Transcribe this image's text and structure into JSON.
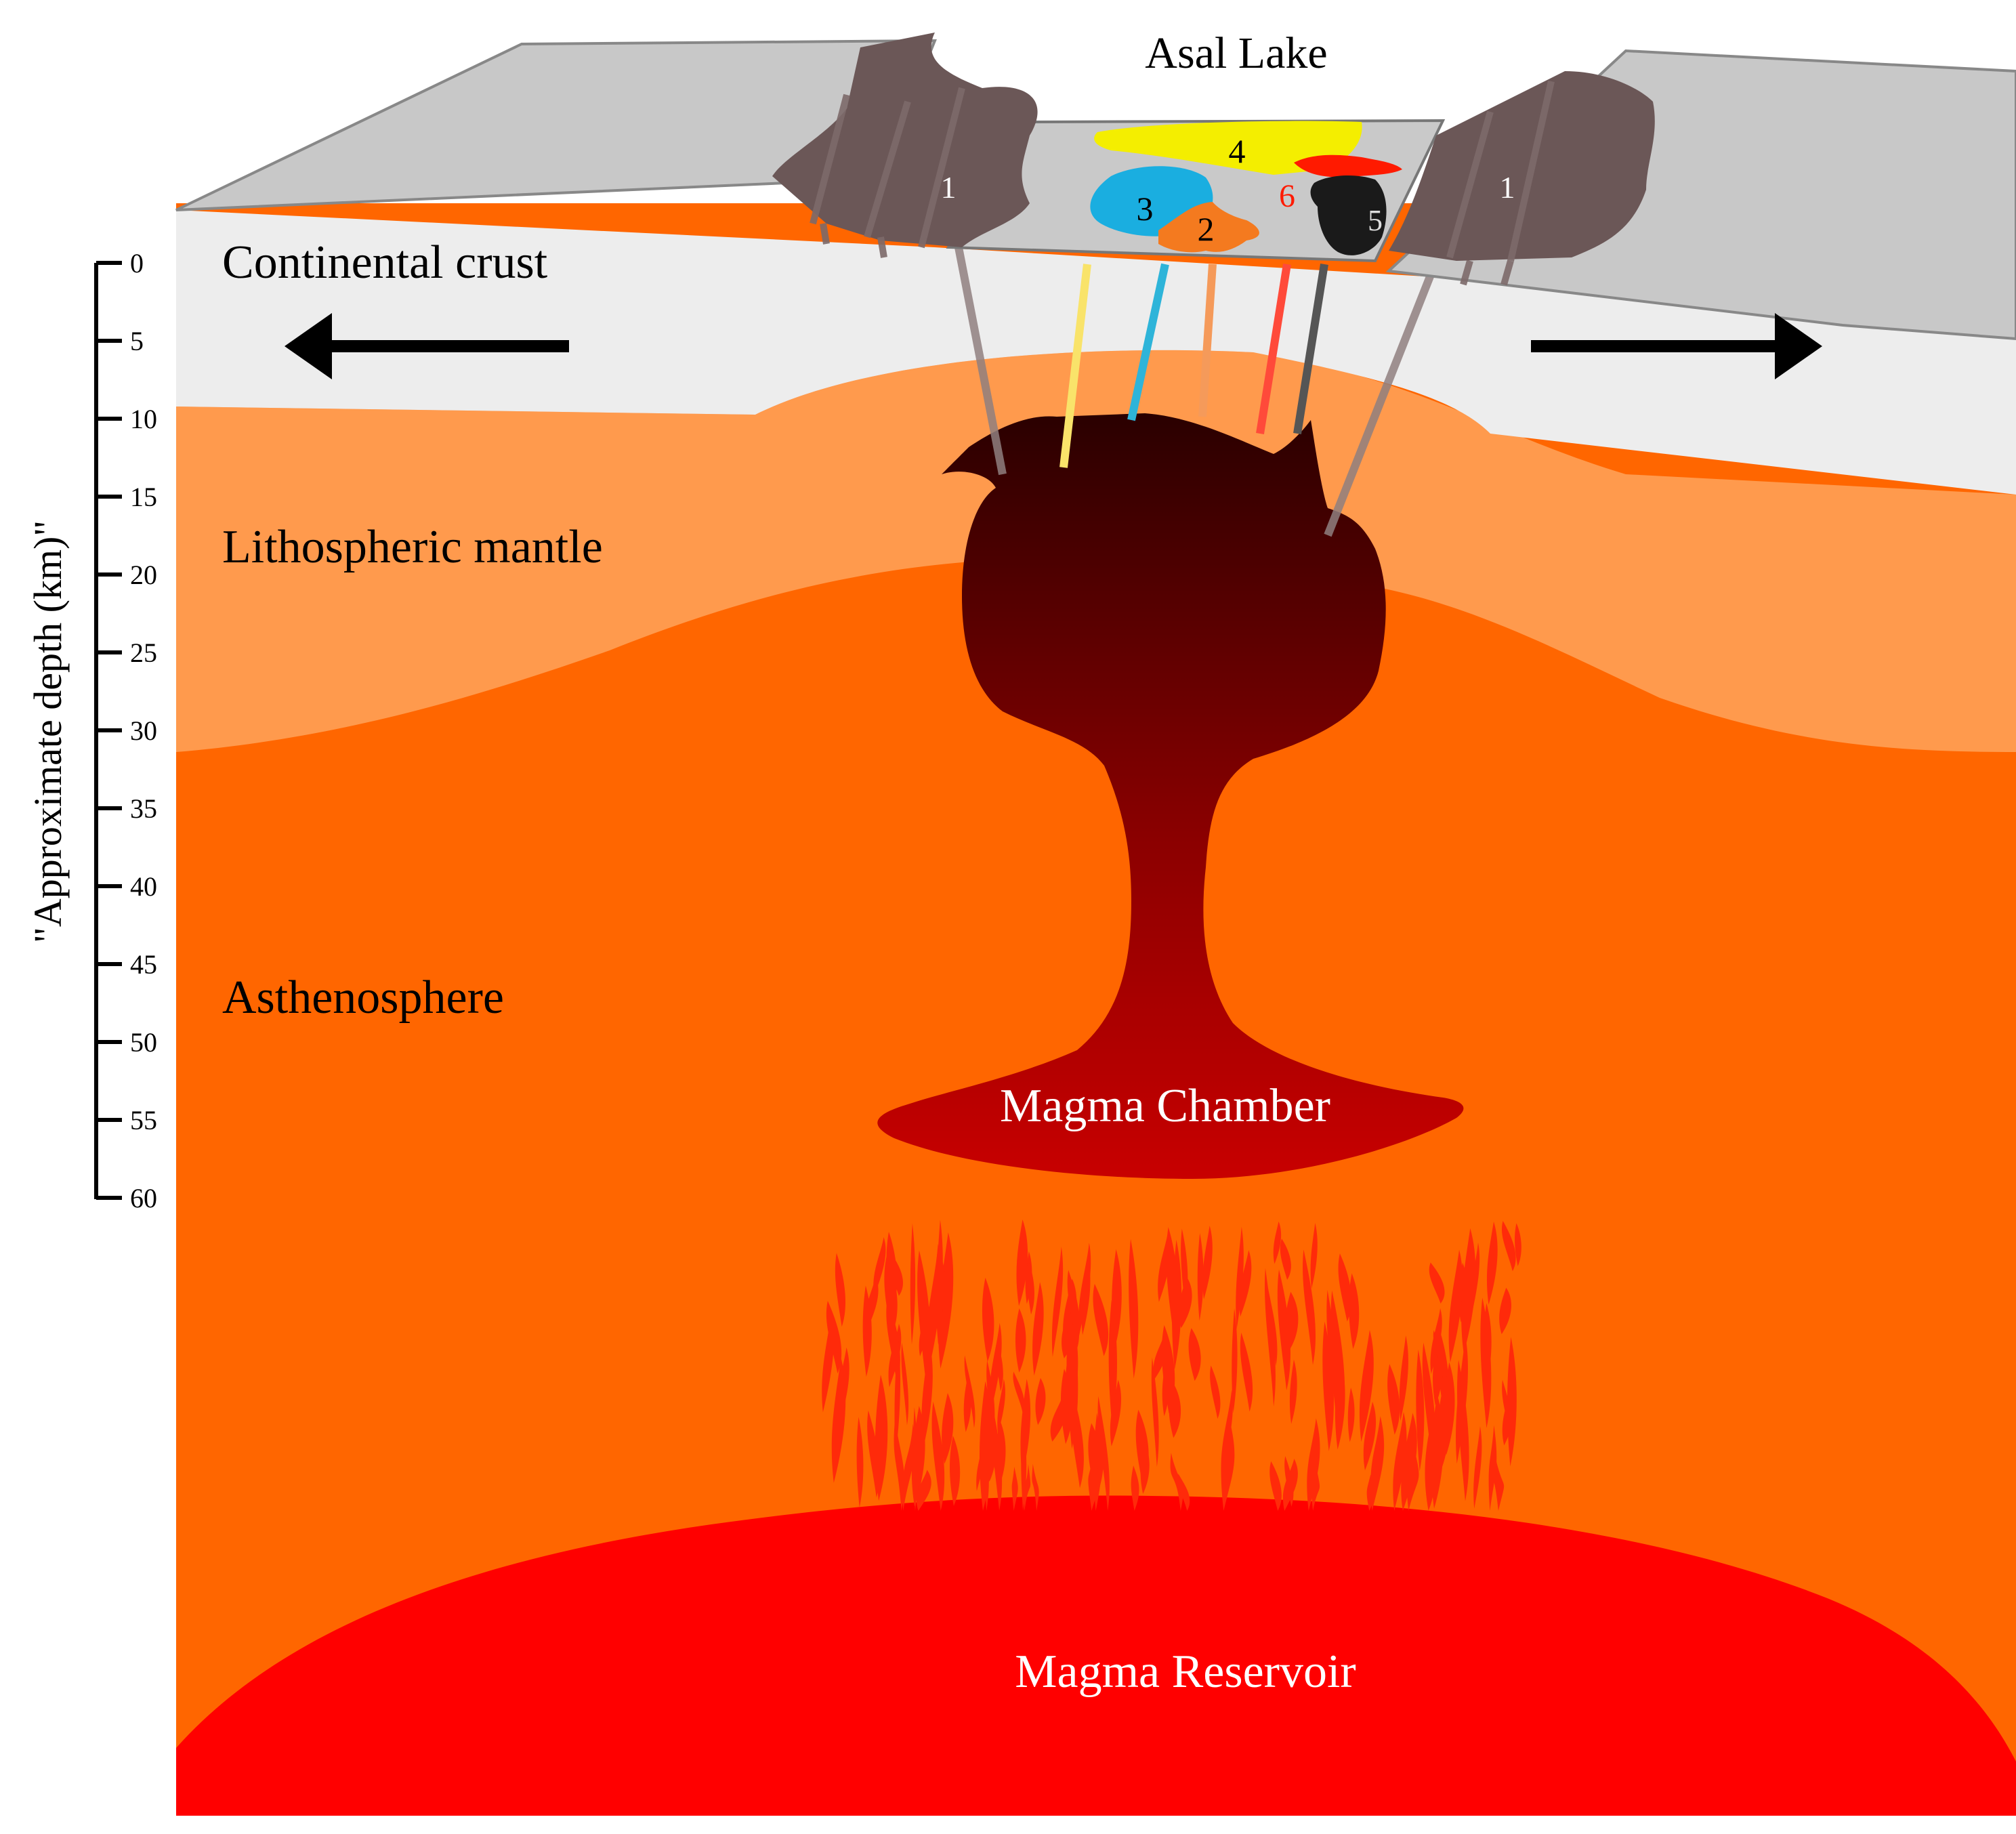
{
  "title": "Asal Lake",
  "layers": {
    "crust": "Continental crust",
    "lithosphere": "Lithospheric mantle",
    "asthenosphere": "Asthenosphere",
    "chamber": "Magma Chamber",
    "reservoir": "Magma Reservoir"
  },
  "axis": {
    "label": "\"Approximate depth (km)\"",
    "ticks": [
      "0",
      "5",
      "10",
      "15",
      "20",
      "25",
      "30",
      "35",
      "40",
      "45",
      "50",
      "55",
      "60"
    ]
  },
  "markers": {
    "m1_left": "1",
    "m1_right": "1",
    "m2": "2",
    "m3": "3",
    "m4": "4",
    "m5": "5",
    "m6": "6"
  },
  "colors": {
    "crust": "#ededed",
    "surface": "#c8c8c8",
    "lithosphere": "#ff9a4d",
    "asthenosphere": "#ff6600",
    "reservoir": "#ff0000",
    "chamber_top": "#2a0000",
    "chamber_bottom": "#c40000",
    "melt_streaks": "#ff2a0a",
    "unit1": "#6b5757",
    "unit2": "#f47a1f",
    "unit3": "#1aaee0",
    "unit4": "#f4ee00",
    "unit5": "#1a1a1a",
    "unit6": "#ff1a00"
  }
}
